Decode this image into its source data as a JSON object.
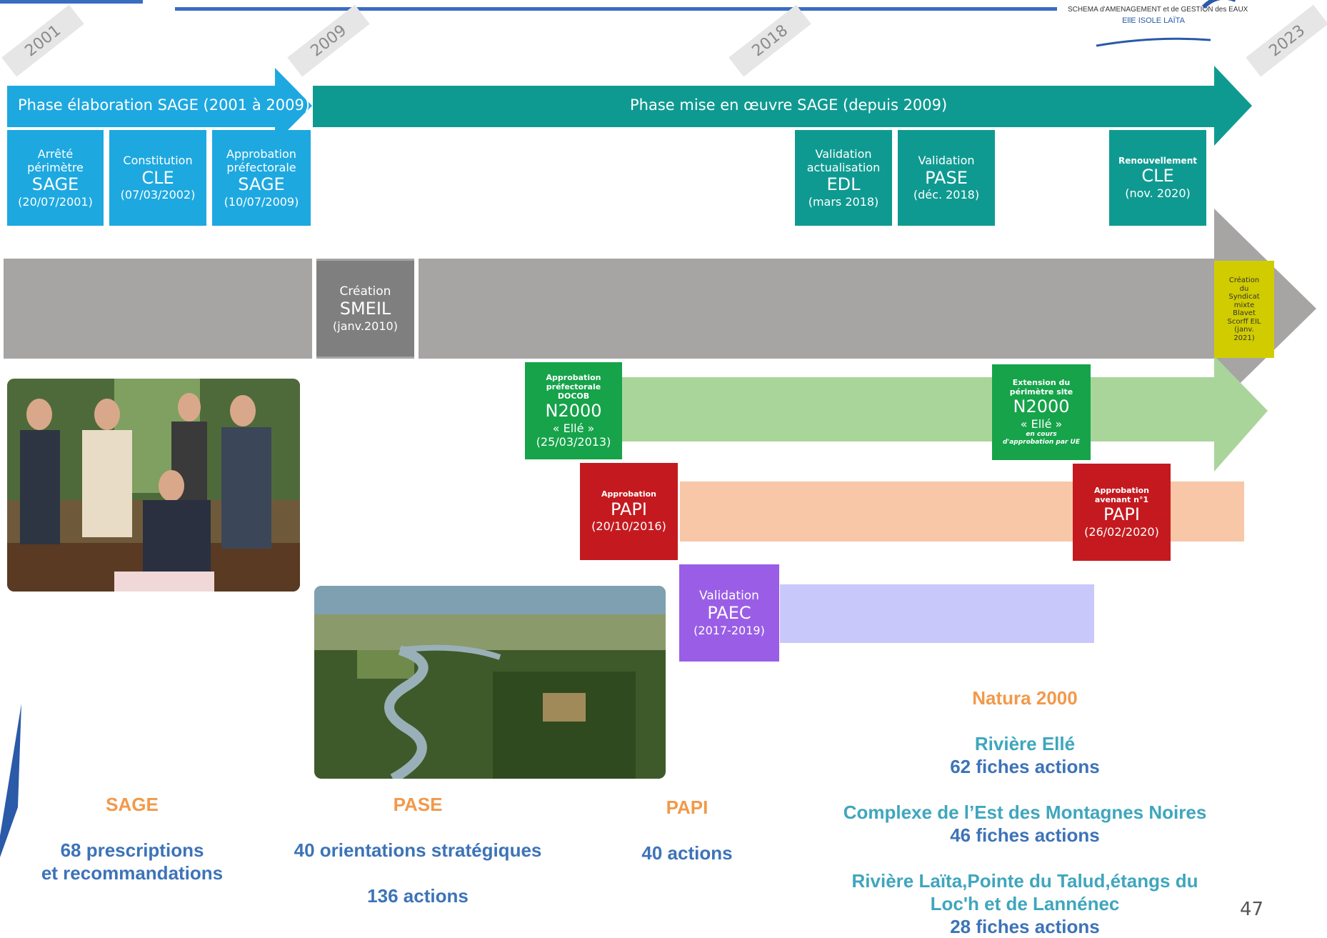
{
  "header": {
    "logo_line1": "SCHEMA d'AMENAGEMENT et de GESTION des EAUX",
    "logo_line2": "EllE ISOLE LAÏTA"
  },
  "years": [
    "2001",
    "2009",
    "2018",
    "2023"
  ],
  "phases": {
    "elaboration": "Phase élaboration SAGE (2001 à 2009)",
    "mise_en_oeuvre": "Phase mise en œuvre SAGE (depuis 2009)"
  },
  "milestones": {
    "sage": {
      "l1": "Arrêté",
      "l2": "périmètre",
      "l3": "SAGE",
      "l4": "(20/07/2001)"
    },
    "cle": {
      "l1": "Constitution",
      "l2": "CLE",
      "l3": "(07/03/2002)"
    },
    "approbation_sage": {
      "l1": "Approbation",
      "l2": "préfectorale",
      "l3": "SAGE",
      "l4": "(10/07/2009)"
    },
    "edl": {
      "l1": "Validation",
      "l2": "actualisation",
      "l3": "EDL",
      "l4": "(mars 2018)"
    },
    "pase": {
      "l1": "Validation",
      "l2": "PASE",
      "l3": "(déc. 2018)"
    },
    "renouvellement_cle": {
      "l1": "Renouvellement",
      "l2": "CLE",
      "l3": "(nov. 2020)"
    },
    "smeil": {
      "l1": "Création",
      "l2": "SMEIL",
      "l3": "(janv.2010)"
    },
    "syndicat": {
      "l1": "Création",
      "l2": "du",
      "l3": "Syndicat",
      "l4": "mixte",
      "l5": "Blavet",
      "l6": "Scorff EIL",
      "l7": "(janv.",
      "l8": "2021)"
    },
    "n2000_docob": {
      "l1": "Approbation",
      "l2": "préfectorale",
      "l3": "DOCOB",
      "l4": "N2000",
      "l5": "« Ellé »",
      "l6": "(25/03/2013)"
    },
    "n2000_extension": {
      "l1": "Extension du",
      "l2": "périmètre site",
      "l3": "N2000",
      "l4": "« Ellé »",
      "l5": "en cours",
      "l6": "d'approbation par UE"
    },
    "papi_2016": {
      "l1": "Approbation",
      "l2": "PAPI",
      "l3": "(20/10/2016)"
    },
    "papi_2020": {
      "l1": "Approbation",
      "l2": "avenant n°1",
      "l3": "PAPI",
      "l4": "(26/02/2020)"
    },
    "paec": {
      "l1": "Validation",
      "l2": "PAEC",
      "l3": "(2017-2019)"
    }
  },
  "summary": {
    "sage": {
      "title": "SAGE",
      "l1": "68 prescriptions",
      "l2": "et recommandations"
    },
    "pase": {
      "title": "PASE",
      "l1": "40 orientations stratégiques",
      "l2": "136 actions"
    },
    "papi": {
      "title": "PAPI",
      "l1": "40 actions"
    },
    "natura": {
      "title": "Natura 2000",
      "s1_name": "Rivière Ellé",
      "s1_count": "62 fiches actions",
      "s2_name": "Complexe de l’Est des Montagnes Noires",
      "s2_count": "46 fiches actions",
      "s3_name_l1": "Rivière Laïta,Pointe du Talud,étangs du",
      "s3_name_l2": "Loc'h et de Lannénec",
      "s3_count": "28 fiches actions"
    }
  },
  "page_number": "47",
  "colors": {
    "cyan": "#1ea8e0",
    "teal": "#0f9a91",
    "grey": "#a7a4a4",
    "dark_grey": "#7f7f7f",
    "green": "#16a34a",
    "light_green": "#a9d59b",
    "red": "#c41a1f",
    "peach": "#f7c7a8",
    "purple": "#9a5ee6",
    "lavender": "#c9c8fb",
    "yellow": "#d1cc00"
  }
}
